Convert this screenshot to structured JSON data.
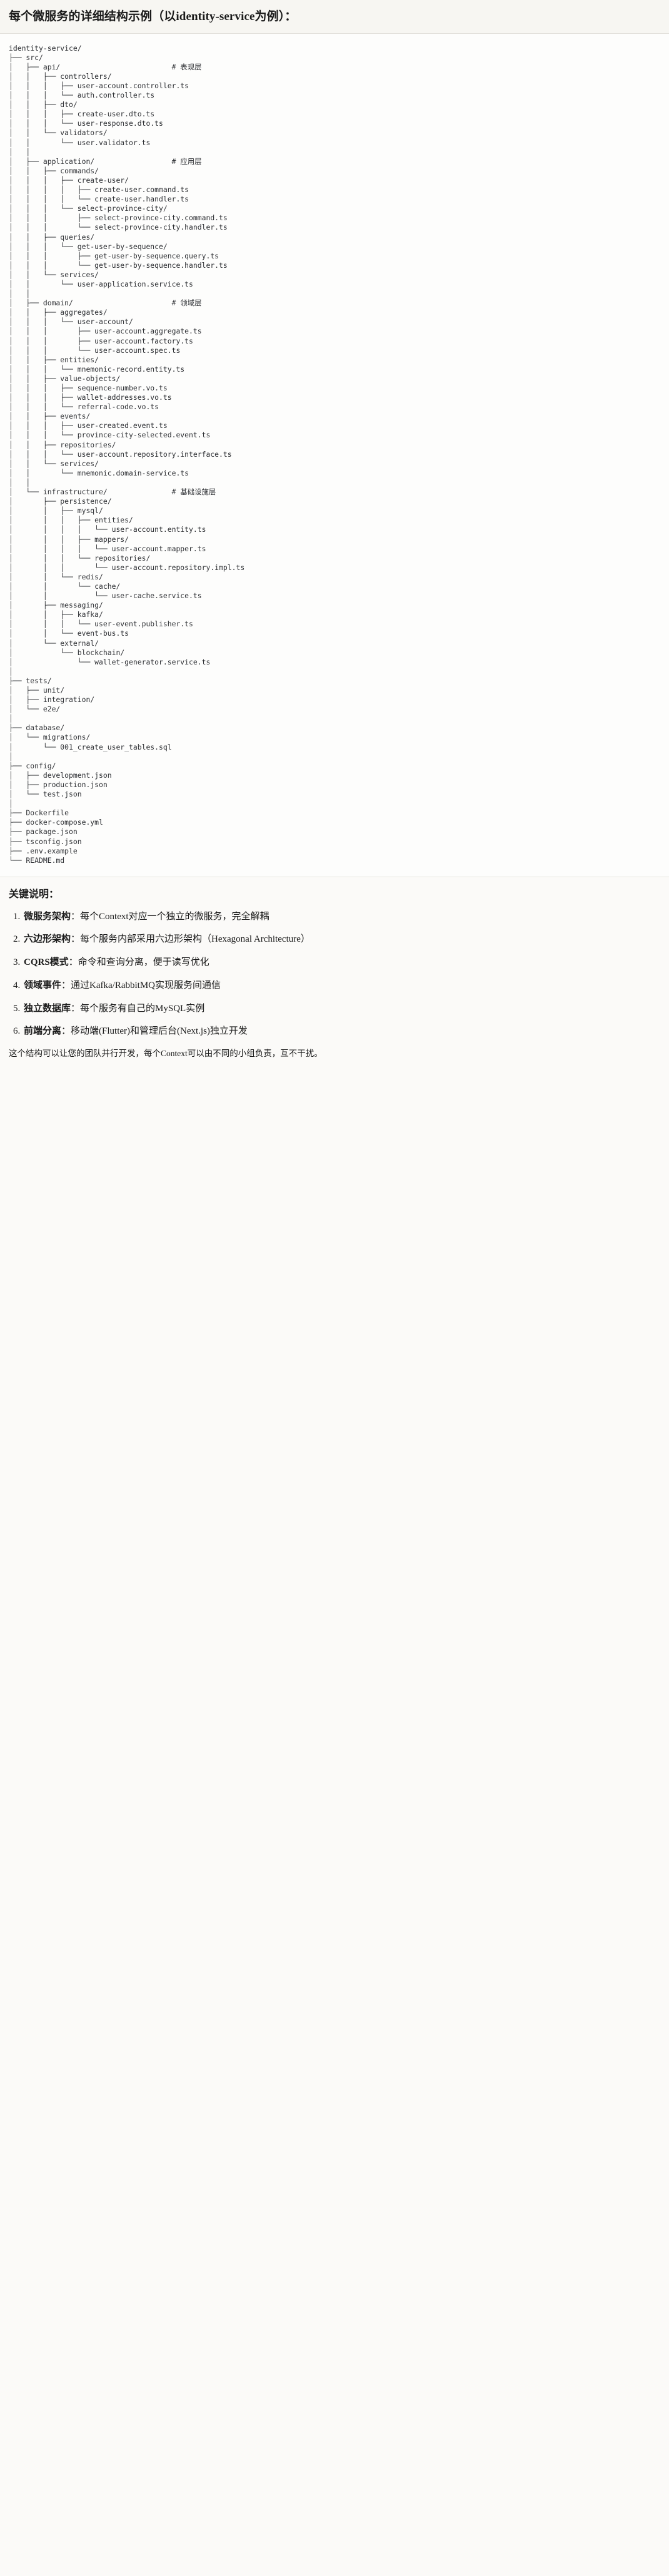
{
  "header": {
    "title": "每个微服务的详细结构示例（以identity-service为例）："
  },
  "tree": {
    "root": "identity-service/",
    "text": "identity-service/\n├── src/\n│   ├── api/                          # 表现层\n│   │   ├── controllers/\n│   │   │   ├── user-account.controller.ts\n│   │   │   └── auth.controller.ts\n│   │   ├── dto/\n│   │   │   ├── create-user.dto.ts\n│   │   │   └── user-response.dto.ts\n│   │   └── validators/\n│   │       └── user.validator.ts\n│   │\n│   ├── application/                  # 应用层\n│   │   ├── commands/\n│   │   │   ├── create-user/\n│   │   │   │   ├── create-user.command.ts\n│   │   │   │   └── create-user.handler.ts\n│   │   │   └── select-province-city/\n│   │   │       ├── select-province-city.command.ts\n│   │   │       └── select-province-city.handler.ts\n│   │   ├── queries/\n│   │   │   └── get-user-by-sequence/\n│   │   │       ├── get-user-by-sequence.query.ts\n│   │   │       └── get-user-by-sequence.handler.ts\n│   │   └── services/\n│   │       └── user-application.service.ts\n│   │\n│   ├── domain/                       # 领域层\n│   │   ├── aggregates/\n│   │   │   └── user-account/\n│   │   │       ├── user-account.aggregate.ts\n│   │   │       ├── user-account.factory.ts\n│   │   │       └── user-account.spec.ts\n│   │   ├── entities/\n│   │   │   └── mnemonic-record.entity.ts\n│   │   ├── value-objects/\n│   │   │   ├── sequence-number.vo.ts\n│   │   │   ├── wallet-addresses.vo.ts\n│   │   │   └── referral-code.vo.ts\n│   │   ├── events/\n│   │   │   ├── user-created.event.ts\n│   │   │   └── province-city-selected.event.ts\n│   │   ├── repositories/\n│   │   │   └── user-account.repository.interface.ts\n│   │   └── services/\n│   │       └── mnemonic.domain-service.ts\n│   │\n│   └── infrastructure/               # 基础设施层\n│       ├── persistence/\n│       │   ├── mysql/\n│       │   │   ├── entities/\n│       │   │   │   └── user-account.entity.ts\n│       │   │   ├── mappers/\n│       │   │   │   └── user-account.mapper.ts\n│       │   │   └── repositories/\n│       │   │       └── user-account.repository.impl.ts\n│       │   └── redis/\n│       │       └── cache/\n│       │           └── user-cache.service.ts\n│       ├── messaging/\n│       │   ├── kafka/\n│       │   │   └── user-event.publisher.ts\n│       │   └── event-bus.ts\n│       └── external/\n│           └── blockchain/\n│               └── wallet-generator.service.ts\n│\n├── tests/\n│   ├── unit/\n│   ├── integration/\n│   └── e2e/\n│\n├── database/\n│   └── migrations/\n│       └── 001_create_user_tables.sql\n│\n├── config/\n│   ├── development.json\n│   ├── production.json\n│   └── test.json\n│\n├── Dockerfile\n├── docker-compose.yml\n├── package.json\n├── tsconfig.json\n├── .env.example\n└── README.md"
  },
  "notes": {
    "heading": "关键说明：",
    "items": [
      {
        "term": "微服务架构",
        "sep": "：",
        "desc": "每个Context对应一个独立的微服务，完全解耦"
      },
      {
        "term": "六边形架构",
        "sep": "：",
        "desc": "每个服务内部采用六边形架构（Hexagonal Architecture）"
      },
      {
        "term": "CQRS模式",
        "sep": "：",
        "desc": "命令和查询分离，便于读写优化"
      },
      {
        "term": "领域事件",
        "sep": "：",
        "desc": "通过Kafka/RabbitMQ实现服务间通信"
      },
      {
        "term": "独立数据库",
        "sep": "：",
        "desc": "每个服务有自己的MySQL实例"
      },
      {
        "term": "前端分离",
        "sep": "：",
        "desc": "移动端(Flutter)和管理后台(Next.js)独立开发"
      }
    ],
    "closing": "这个结构可以让您的团队并行开发，每个Context可以由不同的小组负责，互不干扰。"
  },
  "colors": {
    "page_bg": "#fbfaf8",
    "header_bg": "#f7f6f2",
    "code_bg": "#fdfdfc",
    "text": "#1a1a1a",
    "code_text": "#2d2f33",
    "divider": "#e2e0db"
  }
}
